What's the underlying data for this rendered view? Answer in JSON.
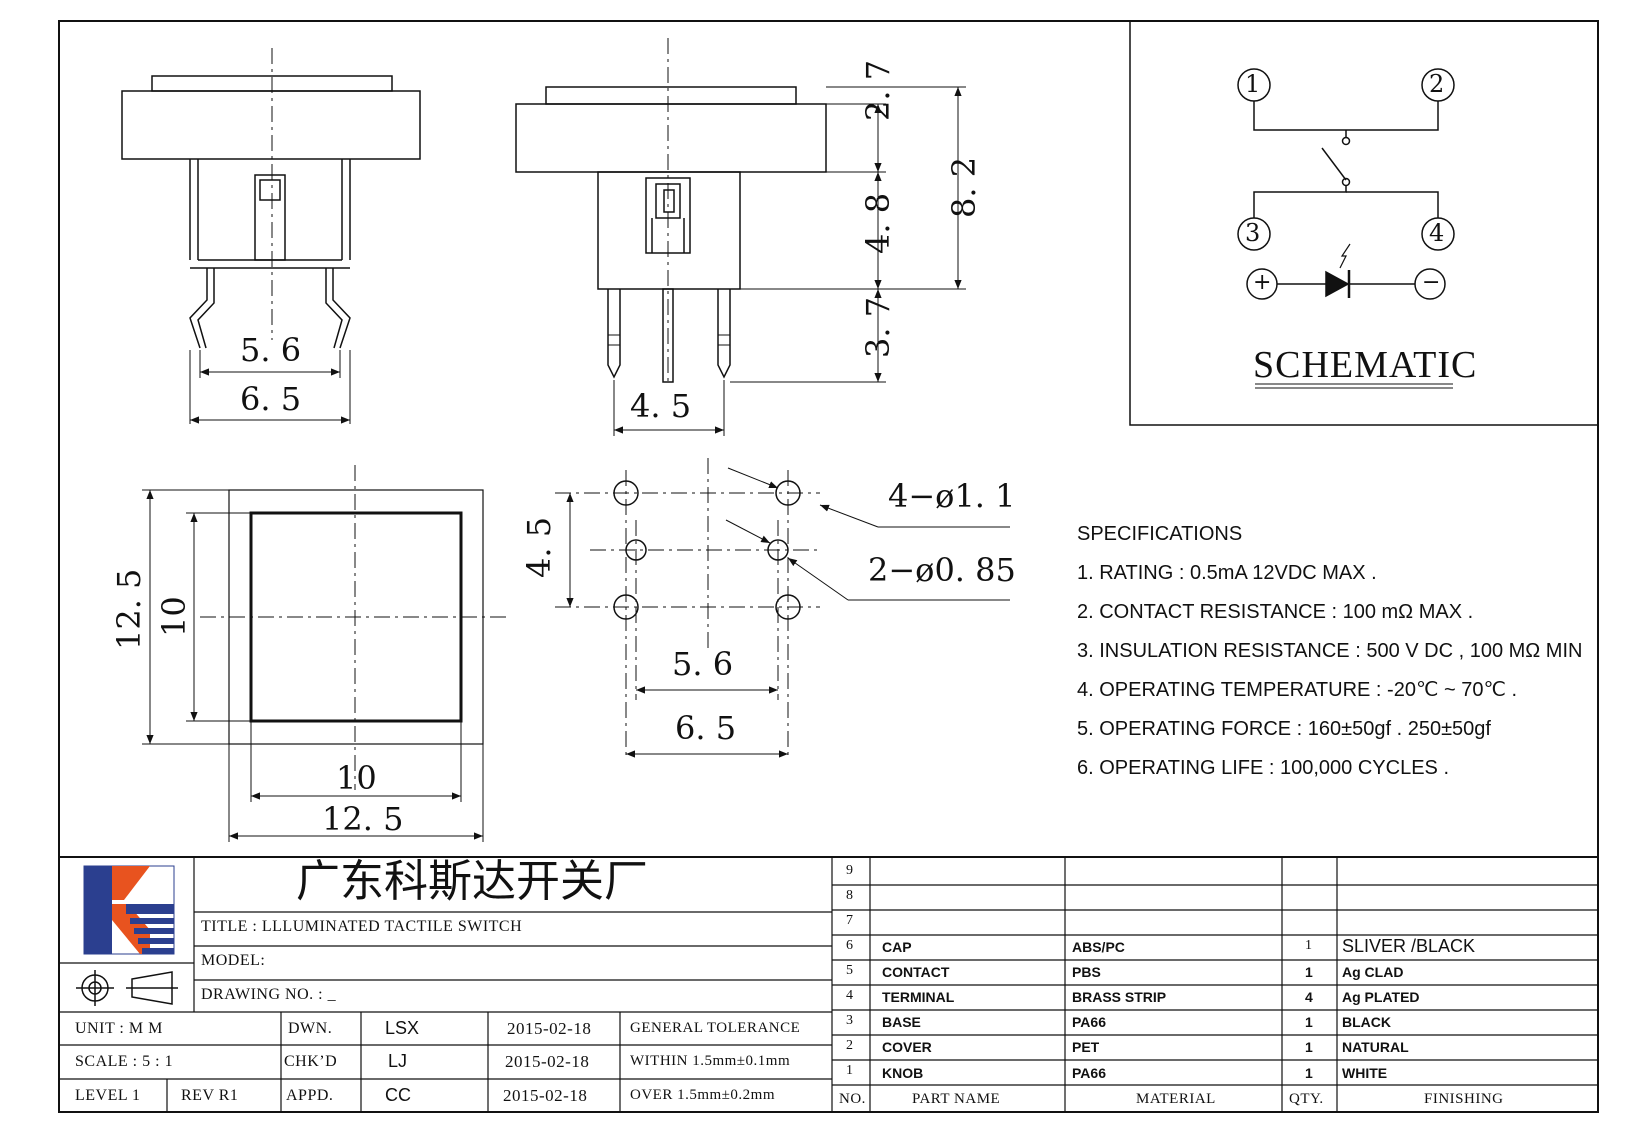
{
  "dimensions": {
    "side_width_inner": "5. 6",
    "side_width_outer": "6. 5",
    "front_cap_height": "2. 7",
    "front_body_height": "4. 8",
    "front_total_height": "8. 2",
    "front_pin_length": "3. 7",
    "front_pin_spacing": "4. 5",
    "top_outer_height": "12. 5",
    "top_inner_height": "10",
    "top_inner_width": "10",
    "top_outer_width": "12. 5",
    "footprint_vertical": "4. 5",
    "footprint_hole_large": "4−ø1. 1",
    "footprint_hole_small": "2−ø0. 85",
    "footprint_spacing_inner": "5. 6",
    "footprint_spacing_outer": "6. 5"
  },
  "schematic": {
    "title": "SCHEMATIC",
    "pins": [
      "1",
      "2",
      "3",
      "4"
    ],
    "plus": "+",
    "minus": "−"
  },
  "specifications": {
    "heading": "SPECIFICATIONS",
    "items": [
      "1. RATING : 0.5mA 12VDC MAX .",
      "2. CONTACT RESISTANCE : 100 mΩ MAX .",
      "3. INSULATION RESISTANCE : 500 V DC , 100 MΩ MIN",
      "4. OPERATING TEMPERATURE : -20℃ ~ 70℃ .",
      "5. OPERATING FORCE : 160±50gf . 250±50gf",
      "6. OPERATING LIFE : 100,000 CYCLES ."
    ]
  },
  "title_block": {
    "company": "广东科斯达开关厂",
    "title": "TITLE :  LLLUMINATED TACTILE SWITCH",
    "model": "MODEL:",
    "drawing_no": "DRAWING NO.  : _",
    "unit": "UNIT    :    M M",
    "scale": "SCALE   :   5 : 1",
    "level": "LEVEL 1",
    "rev": "REV   R1",
    "dwn_label": "DWN.",
    "chk_label": "CHK’D",
    "appd_label": "APPD.",
    "dwn_name": "LSX",
    "chk_name": "LJ",
    "appd_name": "CC",
    "dwn_date": "2015-02-18",
    "chk_date": "2015-02-18",
    "appd_date": "2015-02-18",
    "tol_label": "GENERAL TOLERANCE",
    "tol_within": "WITHIN 1.5mm±0.1mm",
    "tol_over": "OVER    1.5mm±0.2mm"
  },
  "bom": {
    "headers": {
      "no": "NO.",
      "part": "PART   NAME",
      "material": "MATERIAL",
      "qty": "QTY.",
      "finishing": "FINISHING"
    },
    "rows": [
      {
        "no": "9",
        "part": "",
        "material": "",
        "qty": "",
        "finishing": ""
      },
      {
        "no": "8",
        "part": "",
        "material": "",
        "qty": "",
        "finishing": ""
      },
      {
        "no": "7",
        "part": "",
        "material": "",
        "qty": "",
        "finishing": ""
      },
      {
        "no": "6",
        "part": "CAP",
        "material": "ABS/PC",
        "qty": "1",
        "finishing": "SLIVER /BLACK"
      },
      {
        "no": "5",
        "part": "CONTACT",
        "material": "PBS",
        "qty": "1",
        "finishing": "Ag CLAD"
      },
      {
        "no": "4",
        "part": "TERMINAL",
        "material": "BRASS STRIP",
        "qty": "4",
        "finishing": "Ag PLATED"
      },
      {
        "no": "3",
        "part": "BASE",
        "material": "PA66",
        "qty": "1",
        "finishing": "BLACK"
      },
      {
        "no": "2",
        "part": "COVER",
        "material": "PET",
        "qty": "1",
        "finishing": "NATURAL"
      },
      {
        "no": "1",
        "part": "KNOB",
        "material": "PA66",
        "qty": "1",
        "finishing": "WHITE"
      }
    ]
  },
  "colors": {
    "logo_blue": "#2b3f8f",
    "logo_orange": "#e8531f",
    "line": "#111111"
  }
}
